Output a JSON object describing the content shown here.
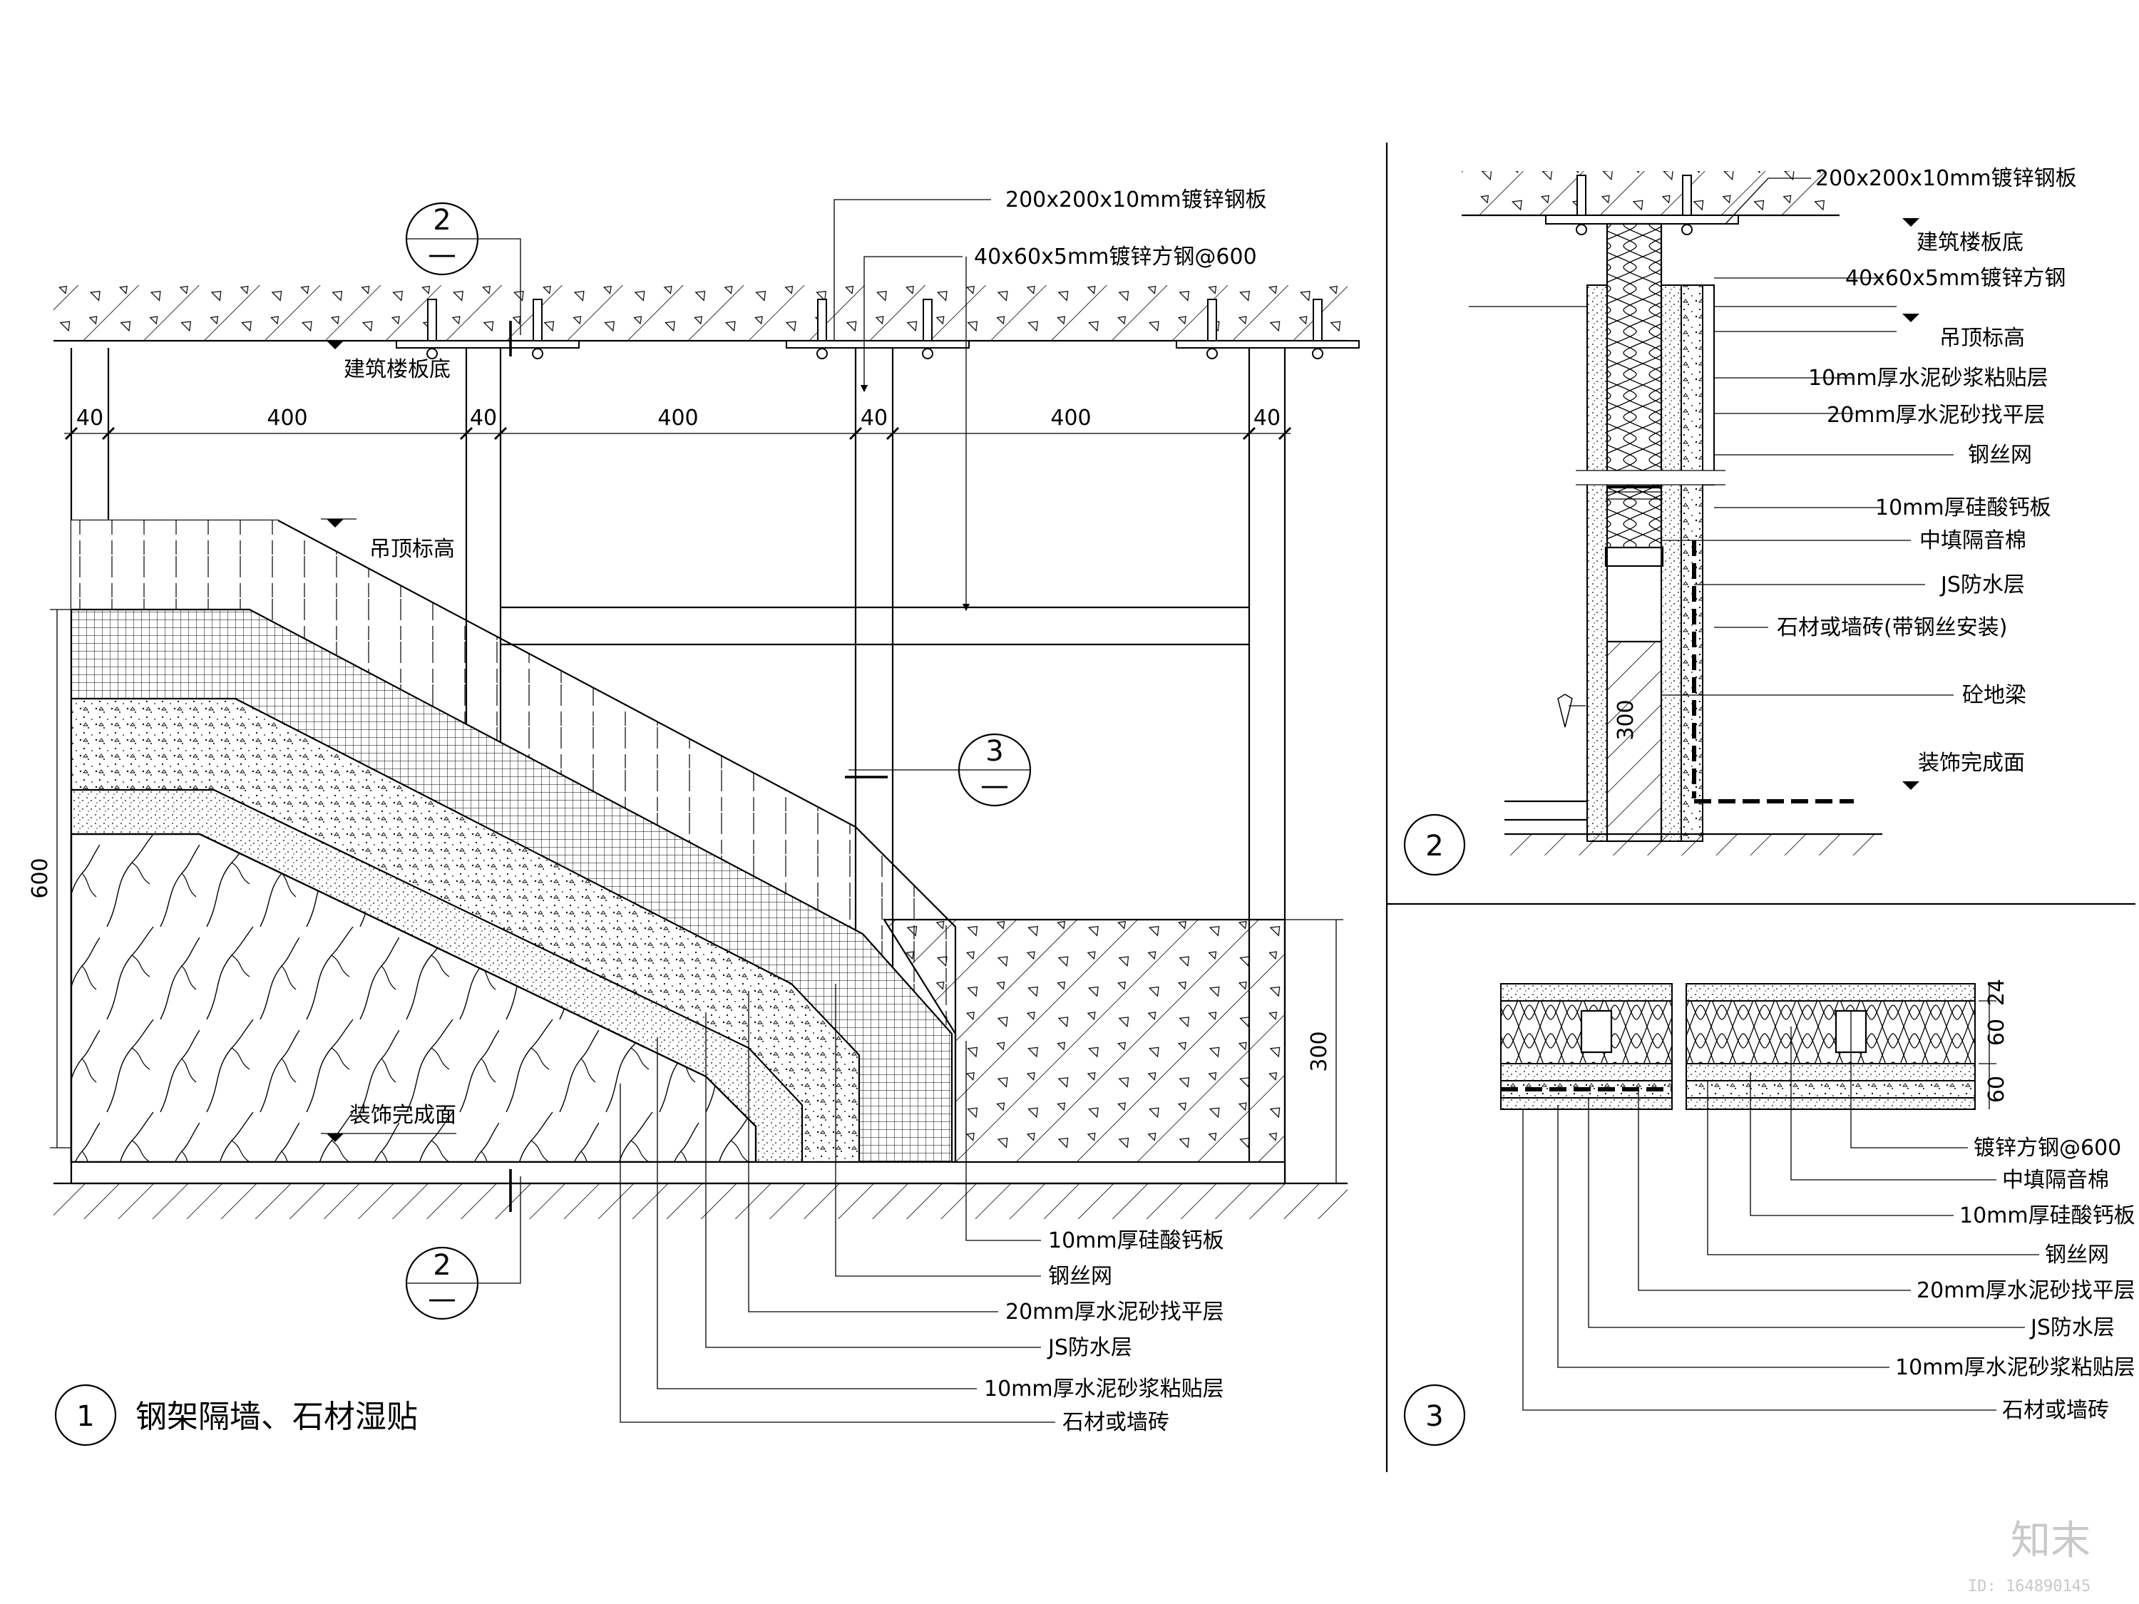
{
  "view1": {
    "title": "钢架隔墙、石材湿贴",
    "number": "1",
    "dims_top": [
      "40",
      "400",
      "40",
      "400",
      "40",
      "400",
      "40"
    ],
    "dim_left": "600",
    "dim_right": "300",
    "labels_top": [
      "200x200x10mm镀锌钢板",
      "40x60x5mm镀锌方钢@600"
    ],
    "slab_bottom": "建筑楼板底",
    "ceiling_level": "吊顶标高",
    "finish_level": "装饰完成面",
    "section_mark_top": "2",
    "section_mark_bottom": "2",
    "section_mark_mid": "3",
    "section_dash": "—",
    "labels_bottom": [
      "10mm厚硅酸钙板",
      "钢丝网",
      "20mm厚水泥砂找平层",
      "JS防水层",
      "10mm厚水泥砂浆粘贴层",
      "石材或墙砖"
    ]
  },
  "view2": {
    "number": "2",
    "labels": [
      "200x200x10mm镀锌钢板",
      "建筑楼板底",
      "40x60x5mm镀锌方钢",
      "吊顶标高",
      "10mm厚水泥砂浆粘贴层",
      "20mm厚水泥砂找平层",
      "钢丝网",
      "10mm厚硅酸钙板",
      "中填隔音棉",
      "JS防水层",
      "石材或墙砖(带钢丝安装)",
      "砼地梁",
      "装饰完成面"
    ],
    "dim_300": "300"
  },
  "view3": {
    "number": "3",
    "dims": [
      "24",
      "60",
      "60"
    ],
    "labels": [
      "镀锌方钢@600",
      "中填隔音棉",
      "10mm厚硅酸钙板",
      "钢丝网",
      "20mm厚水泥砂找平层",
      "JS防水层",
      "10mm厚水泥砂浆粘贴层",
      "石材或墙砖"
    ]
  },
  "watermark": {
    "brand": "知末",
    "id": "ID: 164890145"
  }
}
